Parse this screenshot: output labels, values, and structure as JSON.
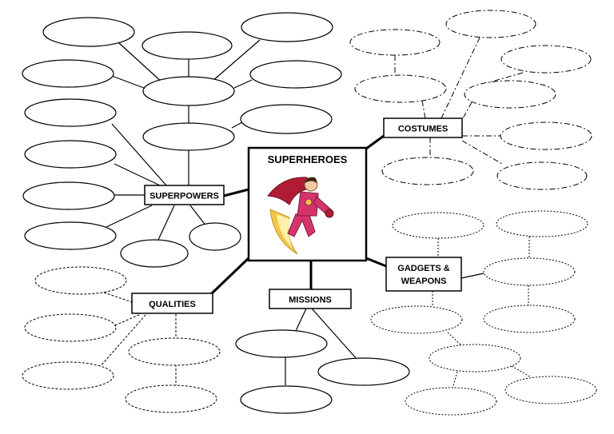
{
  "diagram": {
    "title": "SUPERHEROES",
    "branches": {
      "superpowers": "SUPERPOWERS",
      "costumes": "COSTUMES",
      "gadgets_line1": "GADGETS &",
      "gadgets_line2": "WEAPONS",
      "qualities": "QUALITIES",
      "missions": "MISSIONS"
    },
    "center_image": "superhero-flying-illustration"
  },
  "colors": {
    "line": "#000000",
    "cape": "#b01c33",
    "suit": "#d6336c",
    "flame_outer": "#f2c84b",
    "flame_inner": "#fff1a8"
  }
}
